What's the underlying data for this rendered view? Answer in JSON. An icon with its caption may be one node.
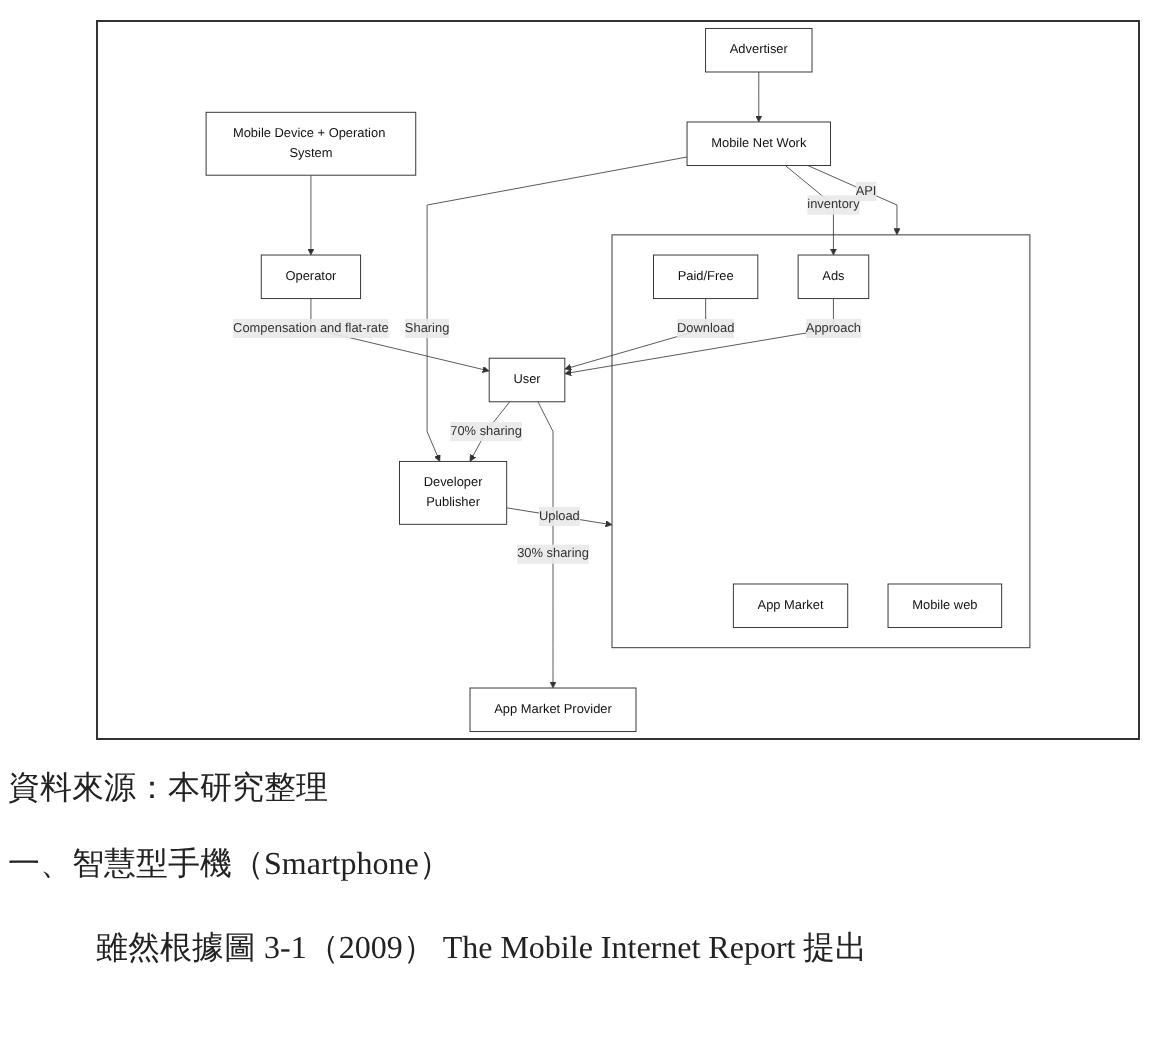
{
  "diagram": {
    "caption": "資料來源：本研究整理",
    "nodes": [
      {
        "text": [
          "Mobile Device + Operation System"
        ]
      },
      {
        "text": [
          "Operator"
        ]
      },
      {
        "text": [
          "App Market Provider"
        ]
      },
      {
        "text": [
          "Developer",
          "Publisher"
        ]
      },
      {
        "text": [],
        "shape": "box"
      },
      {
        "text": [
          "App Market"
        ],
        "in": 4
      },
      {
        "text": [
          "Paid/Free"
        ],
        "in": 4
      },
      {
        "text": [
          "Mobile web"
        ],
        "in": 4
      },
      {
        "text": [
          "Ads"
        ],
        "in": 4
      },
      {
        "text": [
          "User"
        ]
      },
      {
        "text": [
          "Mobile Net Work"
        ]
      },
      {
        "text": [
          "Advertiser"
        ]
      }
    ],
    "edges": [
      {
        "from": 0,
        "to": 1,
        "arrow": "to"
      },
      {
        "from": 1,
        "to": 9,
        "arrow": "to",
        "label": "Compensation and flat-rate"
      },
      {
        "from": 9,
        "to": 3,
        "arrow": "to",
        "label": "70% sharing"
      },
      {
        "from": 9,
        "to": 2,
        "arrow": "to",
        "label": "30% sharing"
      },
      {
        "from": 3,
        "to": 4,
        "arrow": "to",
        "label": "Upload"
      },
      {
        "from": 6,
        "to": 9,
        "arrow": "to",
        "label": "Download"
      },
      {
        "from": 8,
        "to": 9,
        "arrow": "to",
        "label": "Approach"
      },
      {
        "from": 10,
        "to": 3,
        "arrow": "to",
        "label": "Sharing"
      },
      {
        "from": 10,
        "to": 4,
        "arrow": "to",
        "label": "API"
      },
      {
        "from": 10,
        "to": 8,
        "arrow": "to",
        "label": "inventory"
      },
      {
        "from": 11,
        "to": 10,
        "arrow": "to"
      }
    ],
    "labels": [
      "一、智慧型手機（Smartphone）",
      "雖然根據圖 3-1（2009） The Mobile Internet Report 提出"
    ]
  }
}
